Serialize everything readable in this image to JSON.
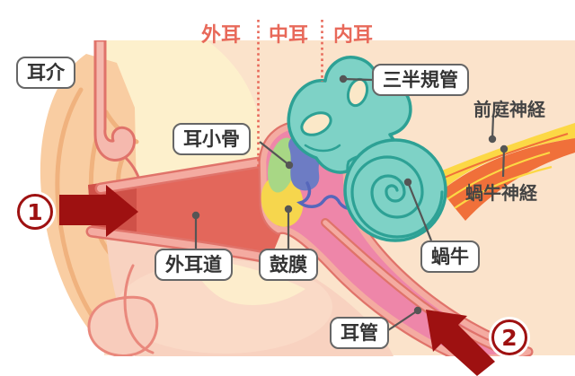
{
  "zones": {
    "outer_ear": "外耳",
    "middle_ear": "中耳",
    "inner_ear": "内耳"
  },
  "labels": {
    "auricle": "耳介",
    "ossicles": "耳小骨",
    "semicircular_canals": "三半規管",
    "vestibular_nerve": "前庭神経",
    "cochlear_nerve": "蝸牛神経",
    "ear_canal": "外耳道",
    "eardrum": "鼓膜",
    "cochlea": "蝸牛",
    "eustachian_tube": "耳管"
  },
  "markers": {
    "step1": "1",
    "step2": "2"
  },
  "colors": {
    "background": "#ffffff",
    "diagram_bg": "#fbe3cb",
    "bone_cream": "#fdf0cc",
    "cheek_skin": "#f8d2c0",
    "pinna_skin": "#f9cda2",
    "pinna_ridge": "#f0b27e",
    "canal_red": "#e3675b",
    "canal_entrance_red": "#cf5148",
    "wall_salmon": "#f4aba1",
    "wall_outline": "#e0736a",
    "cavity_pink": "#ee86a9",
    "eardrum_yellow": "#f6d64d",
    "ossicle_green": "#a8d785",
    "ossicle_blue": "#6d7cc4",
    "inner_ear_teal": "#7ed2c6",
    "teal_outline": "#2da195",
    "nerve_yellow": "#fcd845",
    "nerve_orange": "#f0703a",
    "zone_text_red": "#e8695a",
    "marker_dark_red": "#9e1111",
    "label_text": "#333333",
    "label_border": "#666666",
    "leader_gray": "#555555"
  }
}
